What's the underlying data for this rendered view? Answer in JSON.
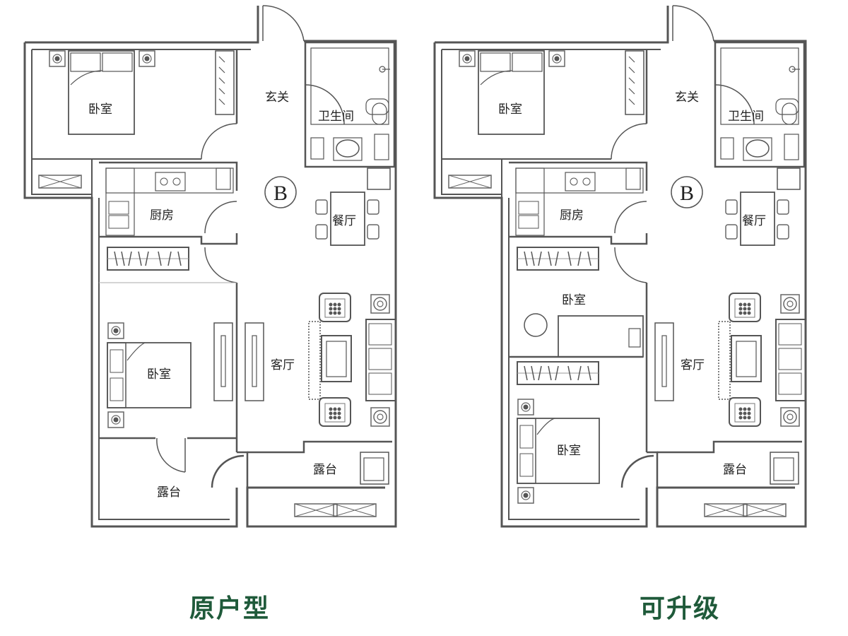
{
  "plans": [
    {
      "id": "original",
      "caption": "原户型",
      "unit_badge": "B",
      "rooms": {
        "foyer": "玄关",
        "bathroom": "卫生间",
        "bedroom_top": "卧室",
        "kitchen": "厨房",
        "dining": "餐厅",
        "living": "客厅",
        "bedroom_bottom": "卧室",
        "terrace_left": "露台",
        "terrace_right": "露台"
      }
    },
    {
      "id": "upgrade",
      "caption": "可升级",
      "unit_badge": "B",
      "rooms": {
        "foyer": "玄关",
        "bathroom": "卫生间",
        "bedroom_top": "卧室",
        "kitchen": "厨房",
        "dining": "餐厅",
        "living": "客厅",
        "bedroom_middle": "卧室",
        "bedroom_bottom": "卧室",
        "terrace_right": "露台"
      }
    }
  ],
  "colors": {
    "wall": "#555555",
    "furniture": "#666666",
    "caption": "#1f5a3a",
    "background": "#ffffff"
  }
}
